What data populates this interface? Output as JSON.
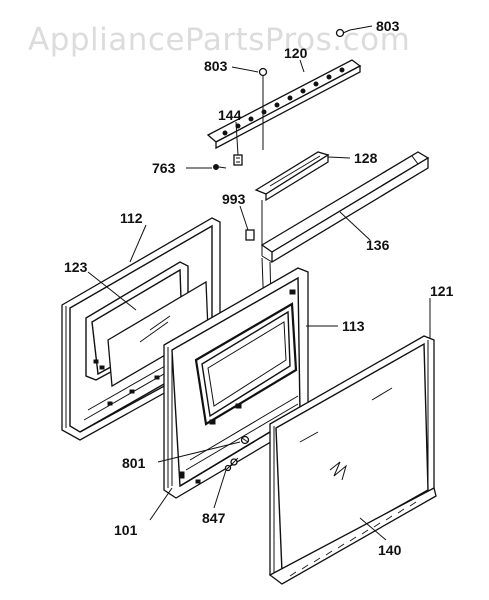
{
  "watermark": "AppliancePartsPros.com",
  "parts": {
    "p803a": "803",
    "p803b": "803",
    "p120": "120",
    "p144": "144",
    "p763": "763",
    "p128": "128",
    "p993": "993",
    "p136": "136",
    "p112": "112",
    "p123": "123",
    "p121": "121",
    "p113": "113",
    "p801": "801",
    "p101": "101",
    "p847": "847",
    "p140": "140"
  }
}
